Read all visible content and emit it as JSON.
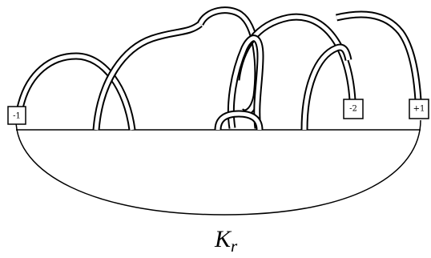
{
  "diagram": {
    "type": "knot-diagram",
    "boxes": [
      {
        "label": "-1"
      },
      {
        "label": "-2"
      },
      {
        "label": "+1"
      }
    ],
    "caption": {
      "main": "K",
      "sub": "r"
    },
    "colors": {
      "stroke": "#000000",
      "band_fill": "#ffffff",
      "background": "#ffffff"
    }
  }
}
